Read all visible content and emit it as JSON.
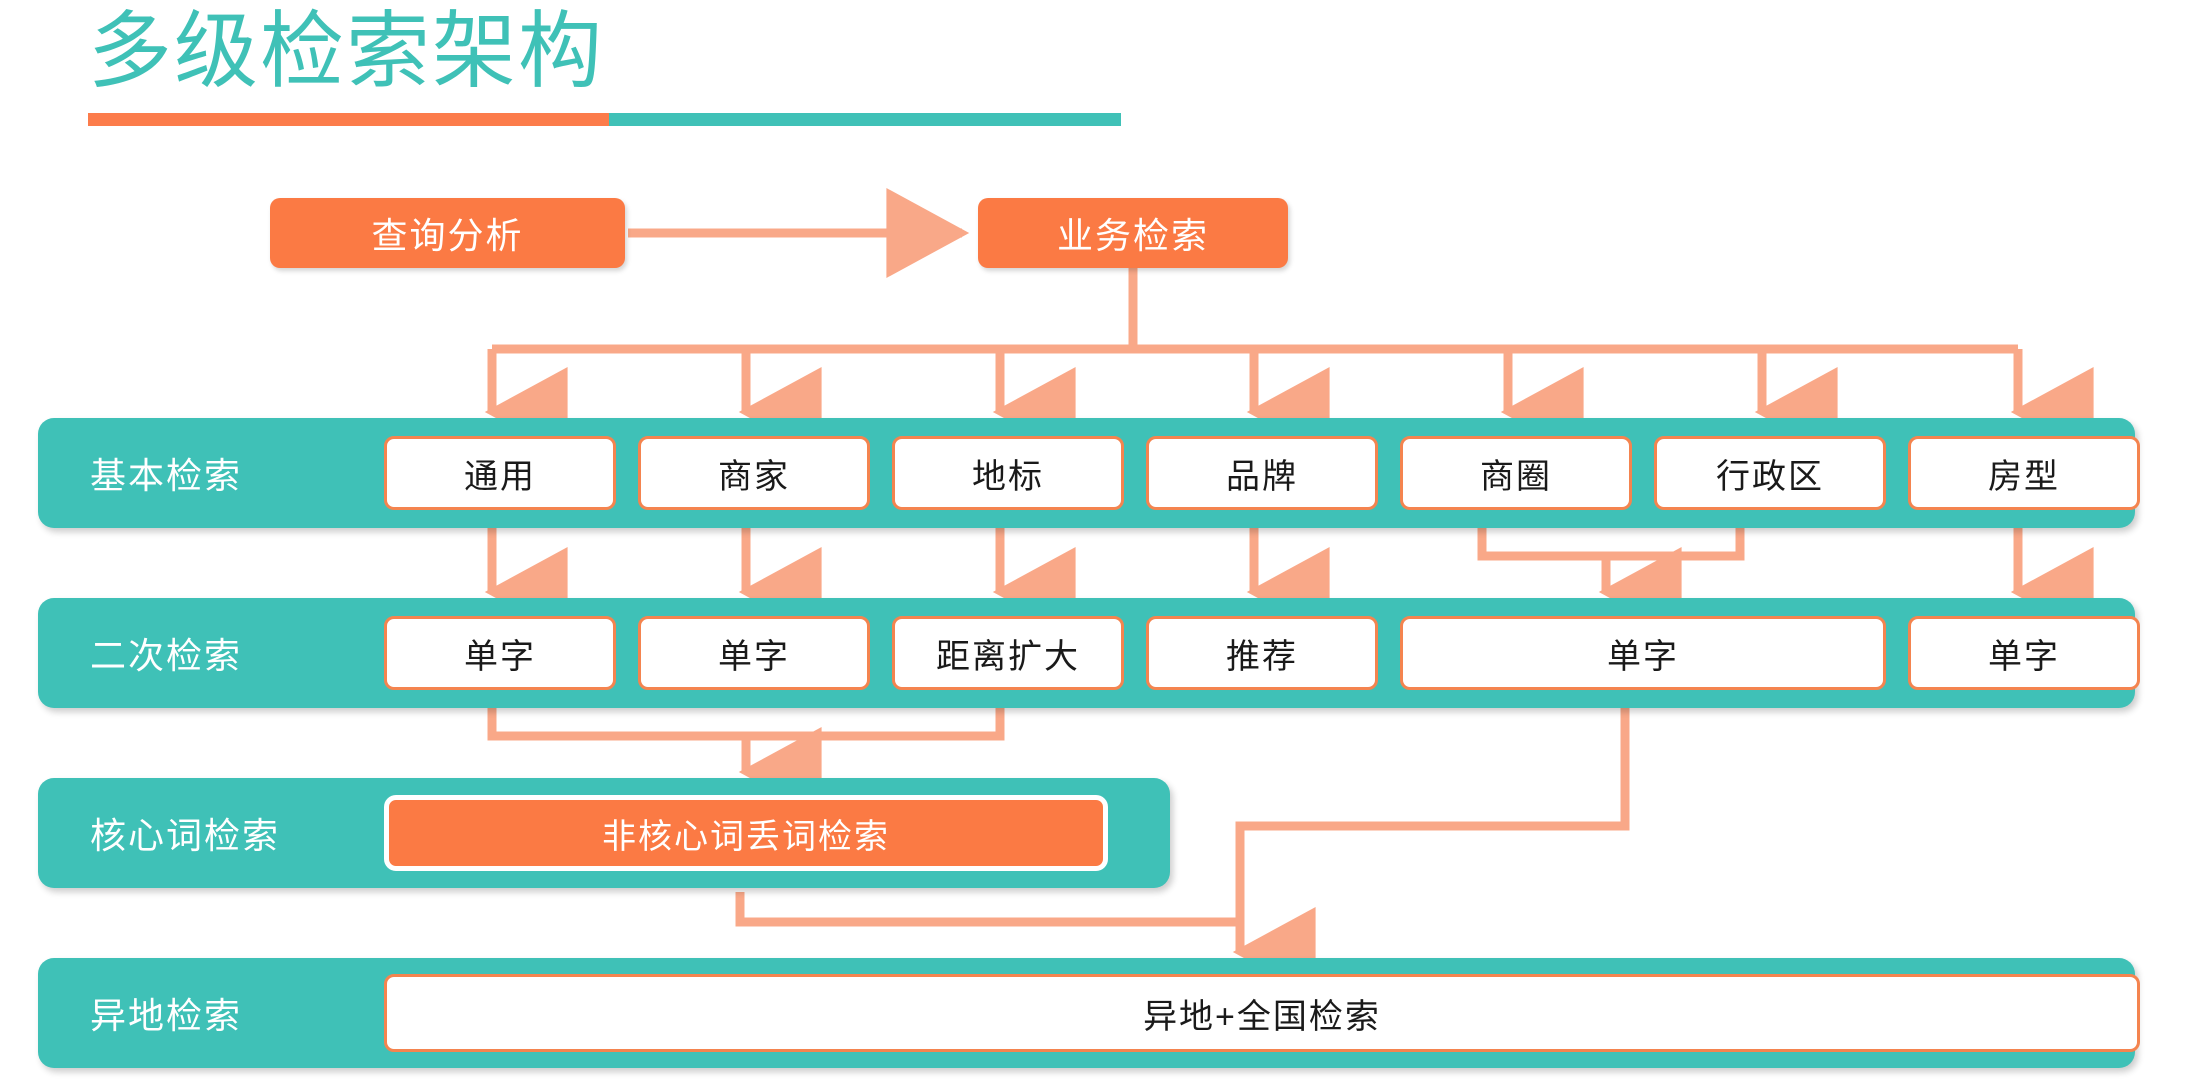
{
  "slide": {
    "title": "多级检索架构",
    "accent_orange": "#fb7a44",
    "accent_teal": "#3fc1b7",
    "connector_color": "#f9a888"
  },
  "top_nodes": [
    {
      "id": "query",
      "label": "查询分析"
    },
    {
      "id": "biz",
      "label": "业务检索"
    }
  ],
  "layers": [
    {
      "id": "basic",
      "label": "基本检索",
      "cells": [
        {
          "label": "通用"
        },
        {
          "label": "商家"
        },
        {
          "label": "地标"
        },
        {
          "label": "品牌"
        },
        {
          "label": "商圈"
        },
        {
          "label": "行政区"
        },
        {
          "label": "房型"
        }
      ]
    },
    {
      "id": "second",
      "label": "二次检索",
      "cells": [
        {
          "label": "单字"
        },
        {
          "label": "单字"
        },
        {
          "label": "距离扩大"
        },
        {
          "label": "推荐"
        },
        {
          "label": "单字"
        },
        {
          "label": "单字"
        }
      ]
    },
    {
      "id": "core",
      "label": "核心词检索",
      "cells": [
        {
          "label": "非核心词丢词检索"
        }
      ]
    },
    {
      "id": "remote",
      "label": "异地检索",
      "cells": [
        {
          "label": "异地+全国检索"
        }
      ]
    }
  ]
}
